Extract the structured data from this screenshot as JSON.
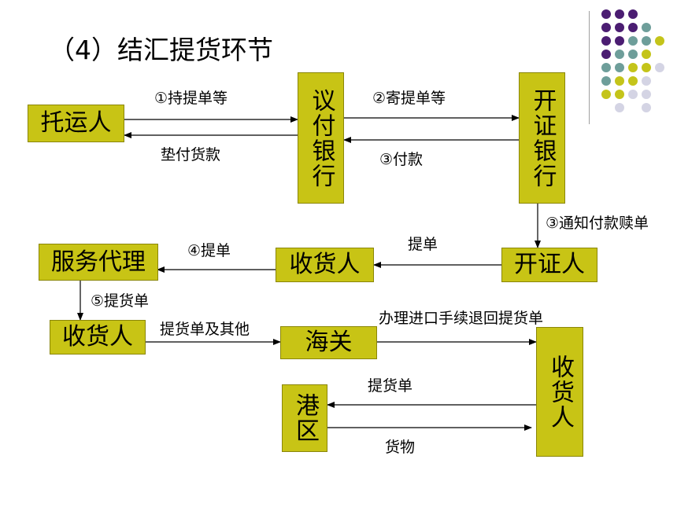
{
  "title": "（4）结汇提货环节",
  "nodes": {
    "shipper": "托运人",
    "negotiating_bank": "议付银行",
    "issuing_bank": "开证银行",
    "service_agent": "服务代理",
    "consignee_mid": "收货人",
    "applicant": "开证人",
    "consignee_left": "收货人",
    "customs": "海关",
    "consignee_right": "收货人",
    "port": "港区"
  },
  "edges": {
    "shipper_to_negbank": "①持提单等",
    "negbank_to_shipper": "垫付货款",
    "negbank_to_issbank": "②寄提单等",
    "issbank_to_negbank": "③付款",
    "issbank_to_applicant": "③通知付款赎单",
    "applicant_to_consignee": "提单",
    "consignee_to_agent": "④提单",
    "agent_to_consignee": "⑤提货单",
    "consignee_to_customs": "提货单及其他",
    "customs_to_consignee": "办理进口手续退回提货单",
    "consignee_to_port": "提货单",
    "port_to_consignee": "货物"
  },
  "palette": {
    "box": "#c8c415",
    "purple": "#4b1d72",
    "teal": "#6e9e9a",
    "olive": "#c4c41a",
    "lavender": "#d4d4e4"
  }
}
